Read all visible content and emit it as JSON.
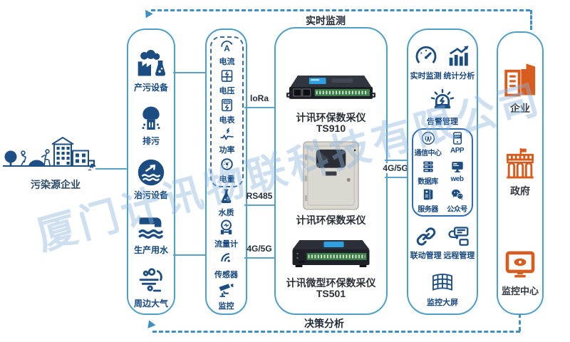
{
  "watermark": "厦门计讯物联科技有限公司",
  "flow_top_label": "实时监测",
  "flow_bottom_label": "决策分析",
  "pollution_source": {
    "label": "污染源企业"
  },
  "facility_column": {
    "items": [
      {
        "label": "产污设备",
        "icon": "factory-icon"
      },
      {
        "label": "排污",
        "icon": "drain-icon"
      },
      {
        "label": "治污设备",
        "icon": "water-treatment-icon"
      },
      {
        "label": "生产用水",
        "icon": "water-pipe-icon"
      },
      {
        "label": "周边大气",
        "icon": "air-icon"
      }
    ]
  },
  "sensor_column": {
    "metering_items": [
      {
        "label": "电流",
        "icon": "ammeter-icon"
      },
      {
        "label": "电压",
        "icon": "voltage-icon"
      },
      {
        "label": "电表",
        "icon": "electric-meter-icon"
      },
      {
        "label": "功率",
        "icon": "power-icon"
      },
      {
        "label": "电量",
        "icon": "energy-gauge-icon"
      }
    ],
    "sensing_items": [
      {
        "label": "水质",
        "icon": "water-quality-icon"
      },
      {
        "label": "流量计",
        "icon": "flow-meter-icon"
      },
      {
        "label": "传感器",
        "icon": "sensor-icon"
      },
      {
        "label": "监控",
        "icon": "cctv-icon"
      }
    ]
  },
  "links": {
    "lora": "loRa",
    "rs485": "RS485",
    "cellular_left": "4G/5G",
    "cellular_right": "4G/5G"
  },
  "collector_column": {
    "devices": [
      {
        "name": "计讯环保数采仪",
        "model": "TS910"
      },
      {
        "name": "计讯环保数采仪"
      },
      {
        "name": "计讯微型环保数采仪",
        "model": "TS501"
      }
    ]
  },
  "platform_column": {
    "monitor_items": [
      {
        "label": "实时监测",
        "icon": "gauge-icon"
      },
      {
        "label": "统计分析",
        "icon": "stats-icon"
      }
    ],
    "alarm_item": {
      "label": "告警管理",
      "icon": "alarm-icon"
    },
    "service_items": [
      {
        "label": "通信中心",
        "icon": "comms-center-icon"
      },
      {
        "label": "APP",
        "icon": "app-icon"
      },
      {
        "label": "数据库",
        "icon": "database-icon"
      },
      {
        "label": "web",
        "icon": "web-icon"
      },
      {
        "label": "服务器",
        "icon": "server-icon"
      },
      {
        "label": "公众号",
        "icon": "wechat-icon"
      }
    ],
    "manage_items": [
      {
        "label": "联动管理",
        "icon": "link-icon"
      },
      {
        "label": "远程管理",
        "icon": "remote-icon"
      }
    ],
    "screen_item": {
      "label": "监控大屏",
      "icon": "bigscreen-icon"
    }
  },
  "user_column": {
    "items": [
      {
        "label": "企业",
        "icon": "enterprise-icon"
      },
      {
        "label": "政府",
        "icon": "government-icon"
      },
      {
        "label": "监控中心",
        "icon": "monitor-center-icon"
      }
    ]
  },
  "colors": {
    "column_border": "#4E9FC8",
    "dark_blue": "#1B4C82",
    "orange": "#D85C1E",
    "dash_arrow": "#3E8FC4",
    "watermark": "#A9CBE6"
  }
}
